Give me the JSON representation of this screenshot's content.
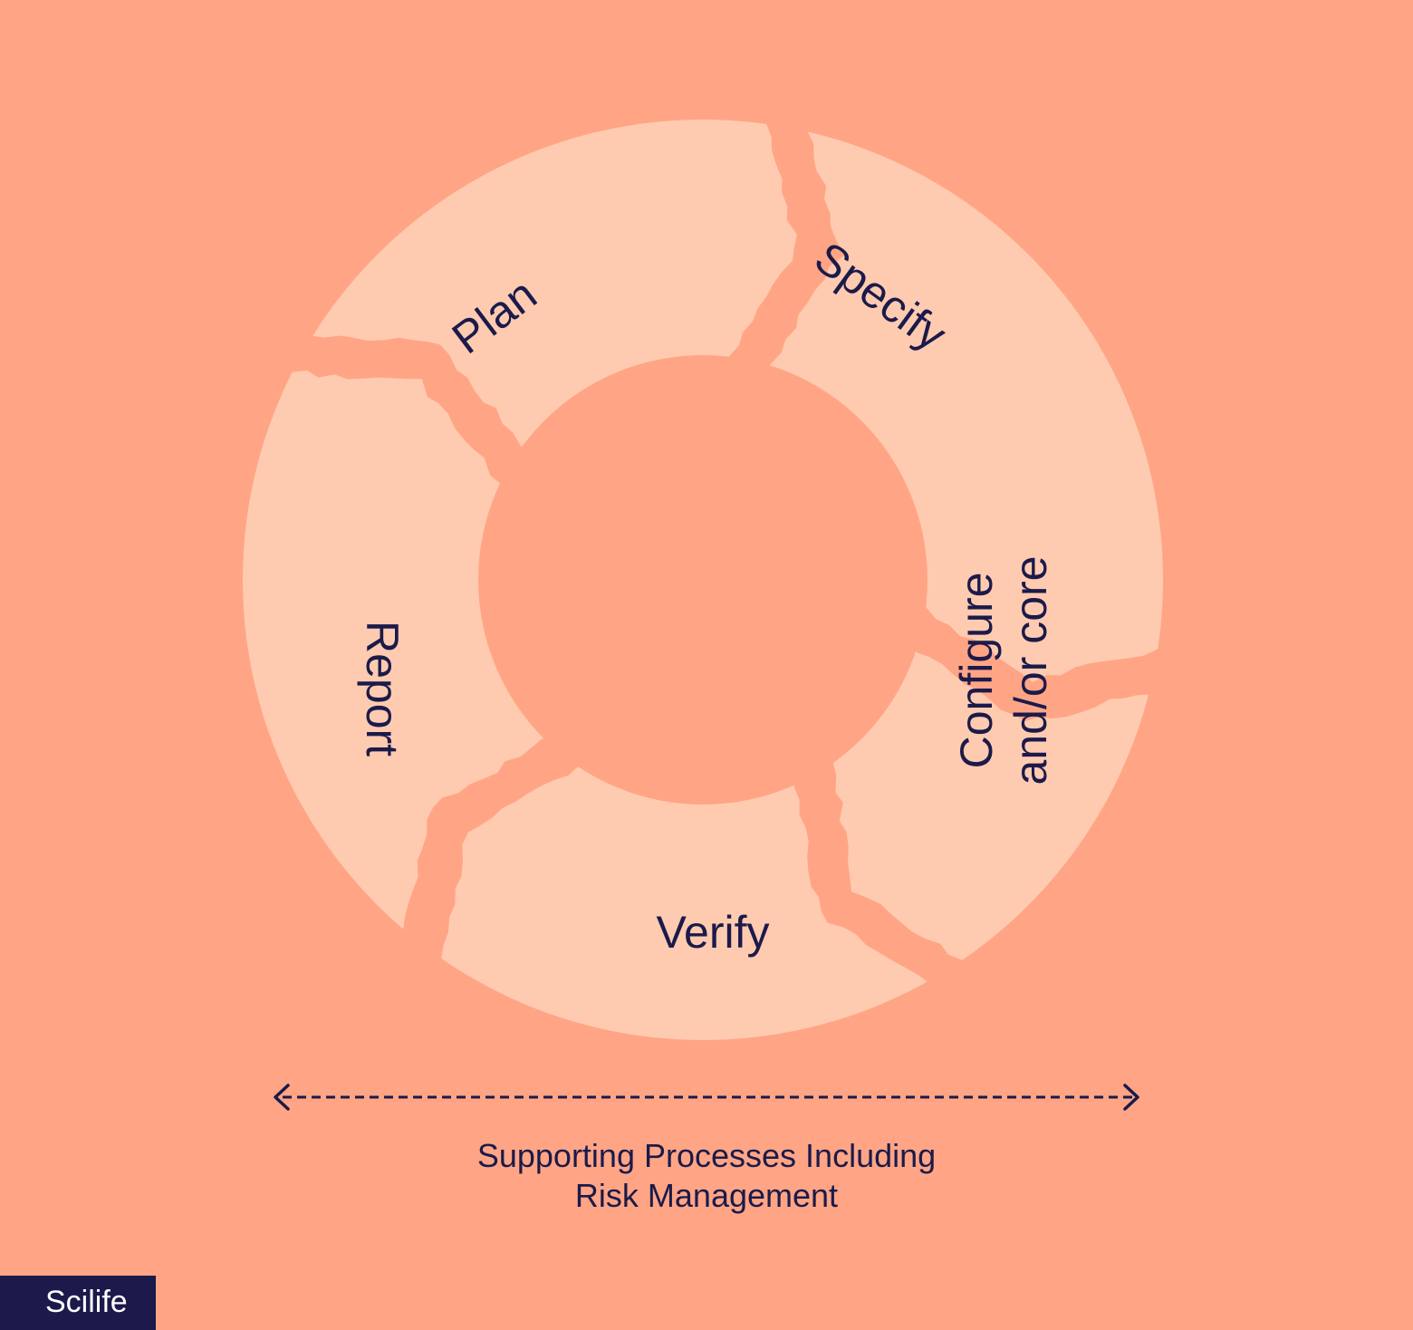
{
  "colors": {
    "background": "#ffa585",
    "segment": "#ffcbb0",
    "text": "#1b1a4a",
    "logo_bg": "#1b1a4a",
    "logo_text": "#ffffff"
  },
  "cycle": {
    "segments": [
      {
        "name": "plan",
        "lines": [
          "Plan"
        ]
      },
      {
        "name": "specify",
        "lines": [
          "Specify"
        ]
      },
      {
        "name": "configure",
        "lines": [
          "Configure",
          "and/or core"
        ]
      },
      {
        "name": "verify",
        "lines": [
          "Verify"
        ]
      },
      {
        "name": "report",
        "lines": [
          "Report"
        ]
      }
    ]
  },
  "arrow": {
    "style": "dashed",
    "direction": "bidirectional"
  },
  "caption": {
    "line1": "Supporting Processes Including",
    "line2": "Risk Management"
  },
  "logo": {
    "text": "Scilife"
  }
}
